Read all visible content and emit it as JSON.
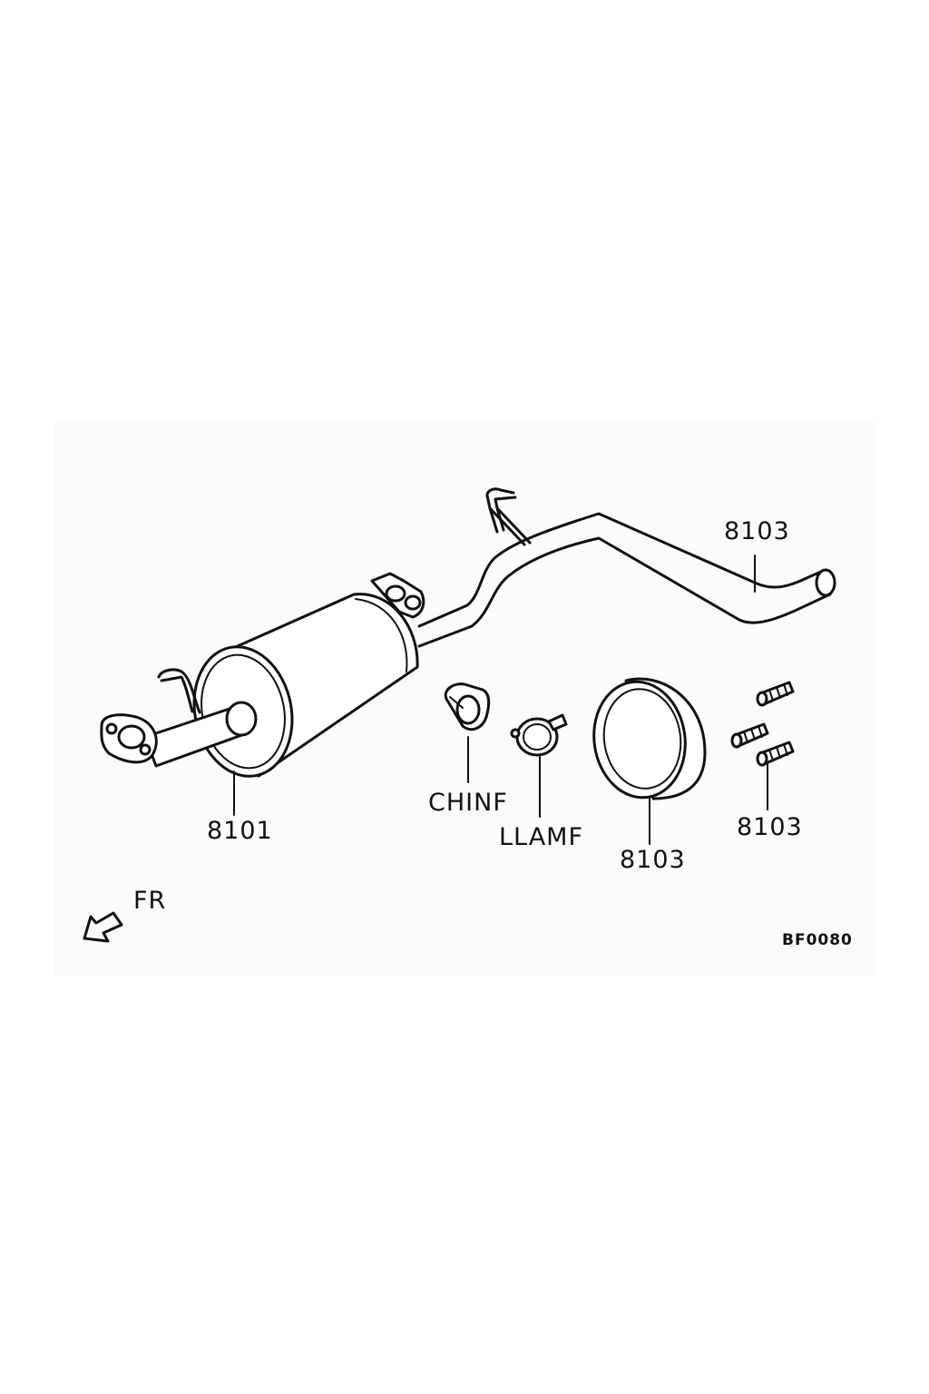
{
  "callouts": {
    "muffler": "8101",
    "tail_pipe": "8103",
    "clamp_a": "CHINF",
    "clamp_b": "LLAMF",
    "gasket_ring": "8103",
    "bolts": "8103"
  },
  "direction": {
    "label": "FR"
  },
  "figure_code": "BF0080"
}
